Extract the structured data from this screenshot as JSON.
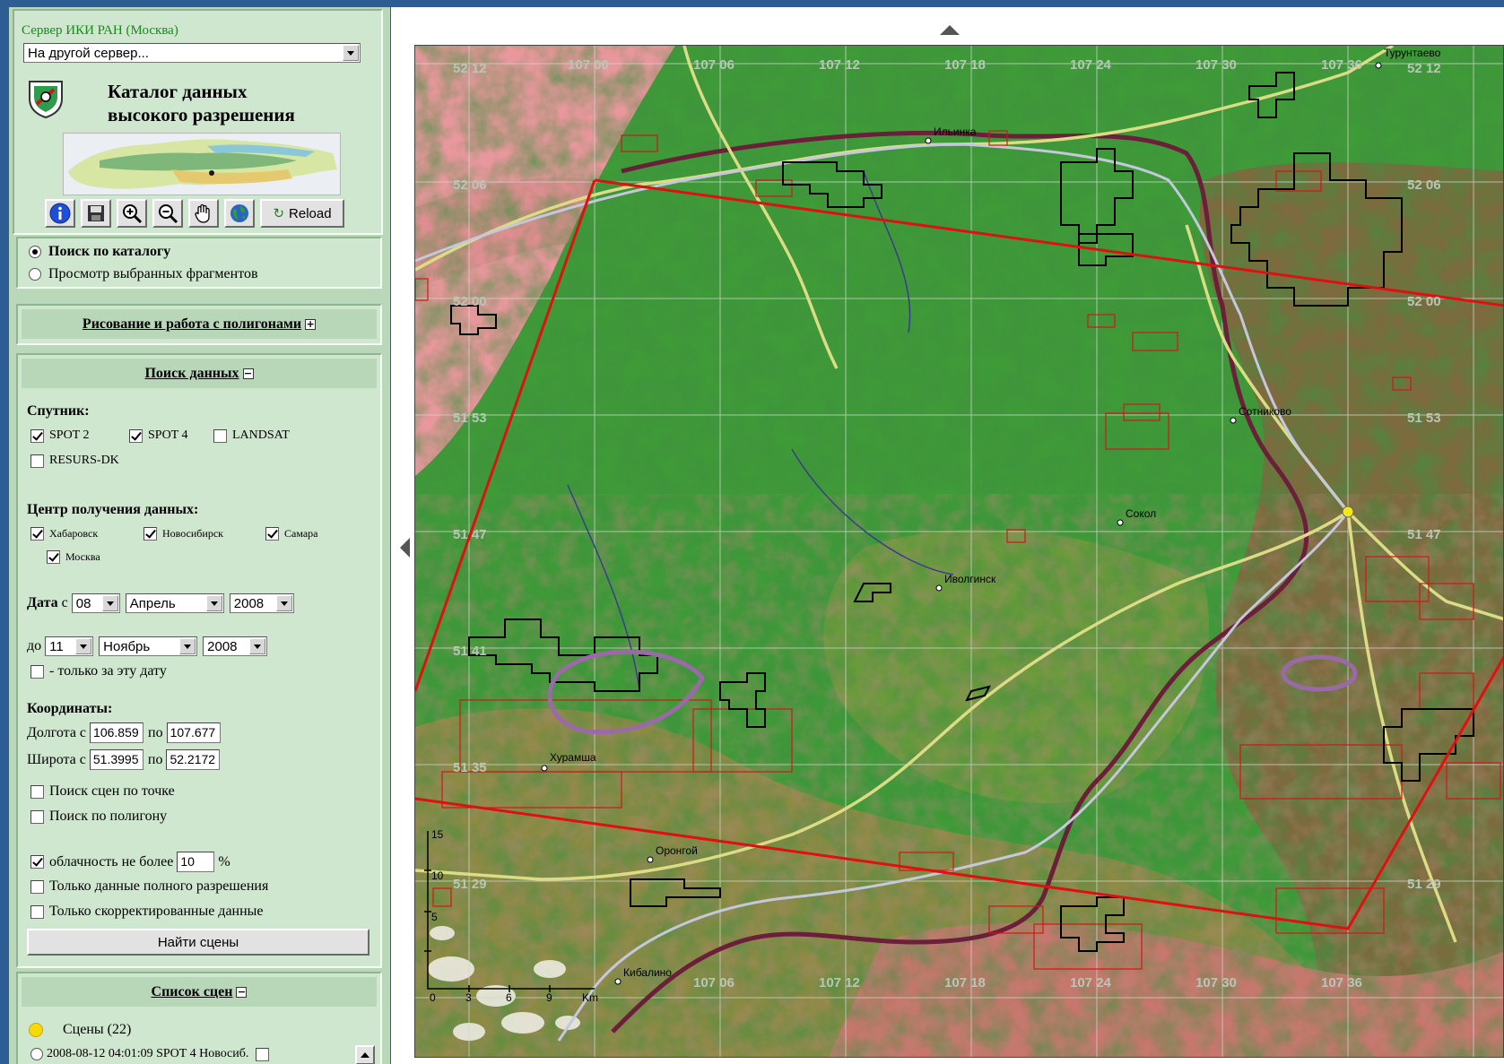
{
  "server": {
    "label": "Сервер ИКИ РАН (Москва)",
    "select_value": "На другой сервер..."
  },
  "header": {
    "title_line1": "Каталог данных",
    "title_line2": "высокого разрешения",
    "logo_icon": "institute-emblem-icon",
    "reload_label": "Reload",
    "tools": [
      "info-icon",
      "save-icon",
      "zoom-in-icon",
      "zoom-out-icon",
      "pan-hand-icon",
      "globe-icon"
    ]
  },
  "mode": {
    "option1": "Поиск по каталогу",
    "option2": "Просмотр выбранных фрагментов",
    "selected": 1
  },
  "drawing": {
    "title": "Рисование и работа с полигонами",
    "toggle": "+"
  },
  "search": {
    "title": "Поиск данных",
    "toggle": "−",
    "satellite_label": "Спутник:",
    "satellites": [
      {
        "label": "SPOT 2",
        "checked": true
      },
      {
        "label": "SPOT 4",
        "checked": true
      },
      {
        "label": "LANDSAT",
        "checked": false
      },
      {
        "label": "RESURS-DK",
        "checked": false
      }
    ],
    "center_label": "Центр получения данных:",
    "centers": [
      {
        "label": "Хабаровск",
        "checked": true
      },
      {
        "label": "Новосибирск",
        "checked": true
      },
      {
        "label": "Самара",
        "checked": true
      },
      {
        "label": "Москва",
        "checked": true
      }
    ],
    "date_from_label": "Дата",
    "from_word": "с",
    "date_from": {
      "day": "08",
      "month": "Апрель",
      "year": "2008"
    },
    "to_word": "до",
    "date_to": {
      "day": "11",
      "month": "Ноябрь",
      "year": "2008"
    },
    "only_date_label": "- только за эту дату",
    "coords_label": "Координаты:",
    "lon_label": "Долгота с",
    "lon_from": "106.859",
    "lon_to": "107.677",
    "lat_label": "Широта с",
    "lat_from": "51.3995",
    "lat_to": "52.2172",
    "po": "по",
    "point_search": "Поиск сцен по точке",
    "polygon_search": "Поиск по полигону",
    "cloud_label": "облачность не более",
    "cloud_value": "10",
    "cloud_unit": "%",
    "full_res": "Только данные полного разрешения",
    "corrected": "Только скорректированные данные",
    "find_button": "Найти сцены"
  },
  "scenes": {
    "title": "Список сцен",
    "toggle": "−",
    "count_label": "Сцены (22)",
    "first_item": "2008-08-12 04:01:09 SPOT 4 Новосиб."
  },
  "map": {
    "places": [
      "Ильинка",
      "Сотниково",
      "Сокол",
      "Иволгинск",
      "Хурамша",
      "Оронгой",
      "Кибалино",
      "Турунтаево"
    ],
    "lat_labels": [
      "52 12",
      "52 06",
      "52 00",
      "51 53",
      "51 47",
      "51 41",
      "51 35",
      "51 29"
    ],
    "lon_labels": [
      "107 00",
      "107 06",
      "107 12",
      "107 18",
      "107 24",
      "107 30",
      "107 36"
    ],
    "scale_ticks": [
      "15",
      "10",
      "5",
      "0",
      "3",
      "6",
      "9",
      "Km"
    ],
    "nav": {
      "up": "pan-up-icon",
      "left": "pan-left-icon"
    }
  },
  "colors": {
    "panel": "#cfe6cf",
    "frame": "#2e5d94",
    "server_label": "#1a8a1a",
    "scene_outline_red": "#d01818",
    "scene_outline_black": "#000000",
    "selection": "#9a6aa8"
  }
}
